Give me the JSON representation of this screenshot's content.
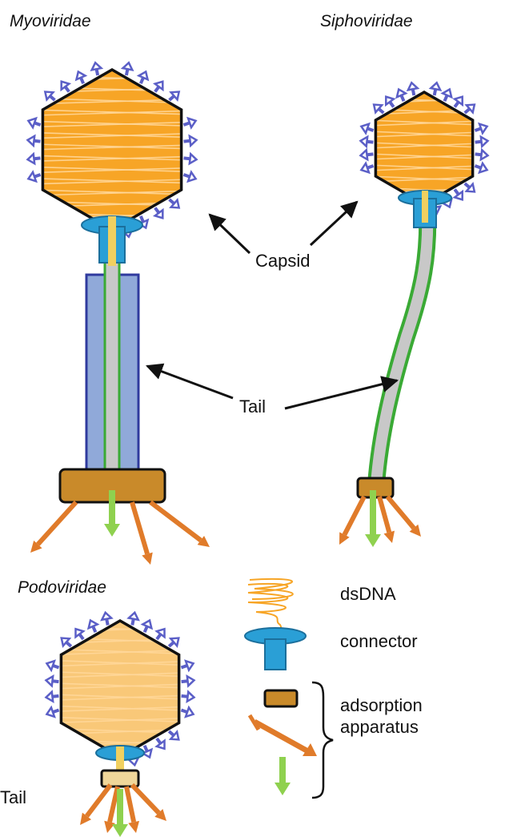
{
  "families": {
    "myoviridae": "Myoviridae",
    "siphoviridae": "Siphoviridae",
    "podoviridae": "Podoviridae"
  },
  "callouts": {
    "capsid": "Capsid",
    "tail": "Tail",
    "podo_tail": "Tail"
  },
  "legend": {
    "dsdna": "dsDNA",
    "connector": "connector",
    "adsorption_line1": "adsorption",
    "adsorption_line2": "apparatus"
  },
  "colors": {
    "capsid_fill": "#f7a526",
    "dna_stripe": "#ffd79a",
    "capsid_outline": "#111111",
    "surface_arrow": "#5b5fc7",
    "connector": "#2a9fd6",
    "tail_sheath": "#90a9d9",
    "tail_sheath_border": "#2f3a9e",
    "tail_tube": "#c8c8c8",
    "tail_tube_border": "#3aaa35",
    "baseplate": "#c98a2a",
    "tail_fiber": "#e07b2a",
    "injection_arrow": "#8fd14f"
  }
}
